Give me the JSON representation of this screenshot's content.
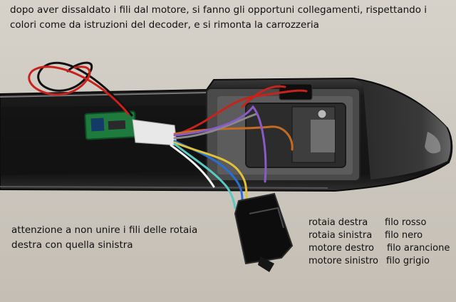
{
  "photo": {
    "alt": "Interno di una locomotiva in scala con decoder cablato e fili colorati",
    "colors": {
      "background": "#cfcac2",
      "chassis": "#1c1c1c",
      "decoder_pcb": "#1f7a3e",
      "wire_red": "#c8221c",
      "wire_black": "#111111",
      "wire_orange": "#c46a22",
      "wire_grey": "#8a8a8a",
      "wire_purple": "#8a5bc4",
      "wire_blue": "#2a6fd0",
      "wire_yellow": "#e0c23a",
      "wire_teal": "#5ac9c3"
    }
  },
  "captions": {
    "top_line1": "dopo aver dissaldato i fili dal motore, si fanno gli opportuni collegamenti, rispettando i",
    "top_line2": "colori come da istruzioni del decoder, e si rimonta la carrozzeria",
    "warning_line1": "attenzione a non unire i fili delle rotaia",
    "warning_line2": "destra con quella sinistra"
  },
  "wiring_map": [
    {
      "connection": "rotaia destra",
      "wire": "filo rosso"
    },
    {
      "connection": "rotaia sinistra",
      "wire": "filo nero"
    },
    {
      "connection": "motore destro",
      "wire": "filo arancione"
    },
    {
      "connection": "motore sinistro",
      "wire": "filo grigio"
    }
  ]
}
